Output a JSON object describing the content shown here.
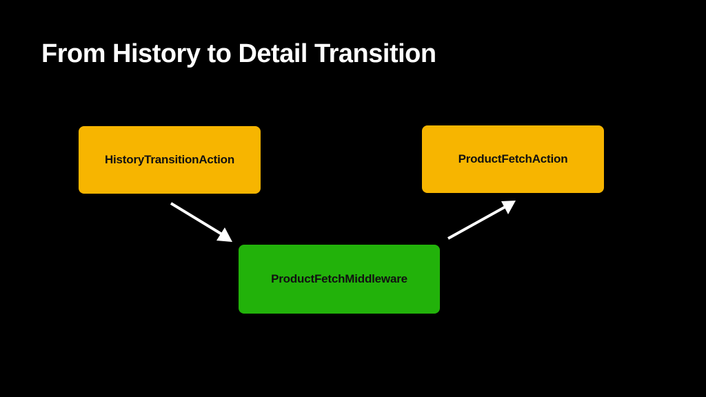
{
  "slide": {
    "title": "From History to Detail Transition"
  },
  "diagram": {
    "nodes": {
      "history_transition_action": {
        "label": "HistoryTransitionAction",
        "color": "#f7b500"
      },
      "product_fetch_action": {
        "label": "ProductFetchAction",
        "color": "#f7b500"
      },
      "product_fetch_middleware": {
        "label": "ProductFetchMiddleware",
        "color": "#22b20a"
      }
    },
    "edges": [
      {
        "from": "HistoryTransitionAction",
        "to": "ProductFetchMiddleware"
      },
      {
        "from": "ProductFetchMiddleware",
        "to": "ProductFetchAction"
      }
    ],
    "arrow_color": "#ffffff"
  }
}
